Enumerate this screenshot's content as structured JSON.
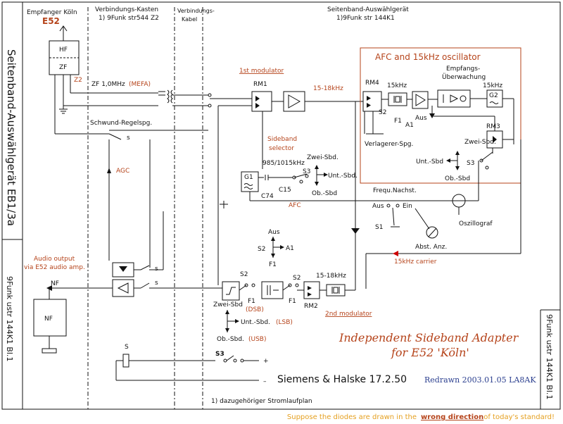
{
  "header": {
    "receiver": "Empfanger Köln",
    "receiver_model": "E52",
    "junction_box": "Verbindungs-Kasten",
    "junction_box_ref": "1) 9Funk str544 Z2",
    "cable_line1": "Verbindungs-",
    "cable_line2": "Kabel",
    "selector_unit": "Seitenband-Auswählgerät",
    "selector_unit_ref": "1)9Funk str 144K1"
  },
  "side_labels": {
    "left_top": "Seitenband-Auswählgerät EB1/3a",
    "left_bottom": "9Funk ustr 144K1 Bl.1",
    "right_bottom": "9Funk ustr 144K1 Bl.1"
  },
  "receiver_block": {
    "hf": "HF",
    "zf": "ZF",
    "z2": "Z2",
    "zf_freq": "ZF 1,0MHz",
    "mefa": "(MEFA)",
    "agc_voltage": "Schwund-Regelspg.",
    "agc": "AGC",
    "s_label": "s"
  },
  "audio": {
    "title_line1": "Audio output",
    "title_line2": "via E52 audio amp.",
    "nf_in": "NF",
    "nf_box": "NF",
    "s1": "s",
    "s2": "s"
  },
  "modulator1": {
    "title": "1st modulator",
    "rm": "RM1",
    "band": "15-18kHz"
  },
  "selector": {
    "title_line1": "Sideband",
    "title_line2": "selector",
    "freq": "985/1015kHz",
    "g1": "G1",
    "c15": "C15",
    "c74": "C74",
    "s3": "S3",
    "zwei": "Zwei-Sbd.",
    "unt": "Unt.-Sbd.",
    "ob": "Ob.-Sbd",
    "afc": "AFC"
  },
  "afc_box": {
    "title": "AFC and 15kHz oscillator",
    "rm4": "RM4",
    "freq1": "15kHz",
    "freq2": "15kHz",
    "empf_line1": "Empfangs-",
    "empf_line2": "Überwachung",
    "g2": "G2",
    "rm3": "RM3",
    "s2": "S2",
    "f1": "F1",
    "a1": "A1",
    "aus": "Aus",
    "verlagerer": "Verlagerer-Spg.",
    "zwei": "Zwei-Sbd.",
    "unt": "Unt.-Sbd",
    "ob": "Ob.-Sbd",
    "s3": "S3"
  },
  "monitor": {
    "freq_nachst": "Frequ.Nachst.",
    "aus": "Aus",
    "ein": "Ein",
    "s1": "S1",
    "oszillograf": "Oszillograf",
    "abst": "Abst. Anz.",
    "carrier": "15kHz carrier"
  },
  "switch_s2": {
    "s2": "S2",
    "aus": "Aus",
    "a1": "A1",
    "f1": "F1"
  },
  "modulator2": {
    "title": "2nd modulator",
    "s2a": "S2",
    "s2b": "S2",
    "band": "15-18kHz",
    "zwei": "Zwei-Sbd",
    "f1a": "F1",
    "f1b": "F1",
    "dsb": "(DSB)",
    "unt": "Unt.-Sbd.",
    "lsb": "(LSB)",
    "ob": "Ob.-Sbd.",
    "usb": "(USB)",
    "rm2": "RM2"
  },
  "power": {
    "s": "S",
    "s3": "S3",
    "plus": "+",
    "minus": "–"
  },
  "titles": {
    "main_line1": "Independent Sideband Adapter",
    "main_line2": "for E52 'Köln'",
    "maker": "Siemens & Halske   17.2.50",
    "redrawn": "Redrawn 2003.01.05 LA8AK",
    "footnote": "1) dazugehöriger Stromlaufplan"
  },
  "footer": {
    "before": "Suppose the diodes are drawn in the ",
    "link": "wrong direction",
    "after": " of today's standard!"
  }
}
